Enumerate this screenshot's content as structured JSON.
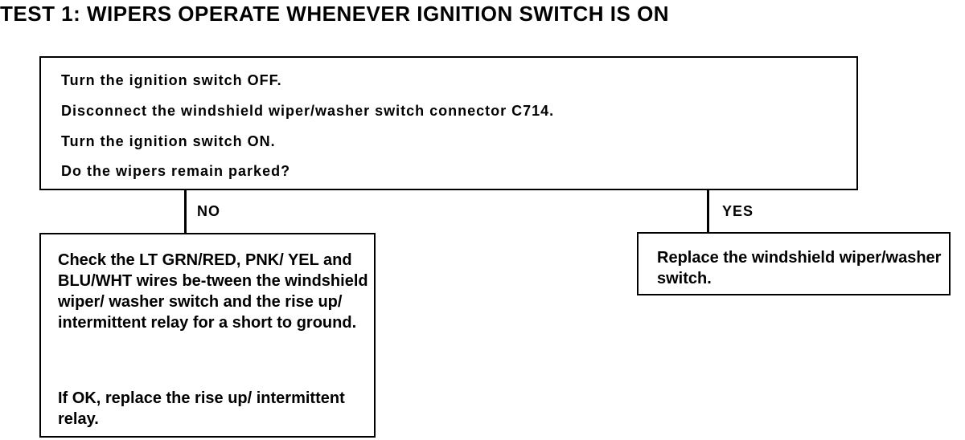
{
  "title": "TEST 1: WIPERS OPERATE WHENEVER IGNITION SWITCH IS ON",
  "step_box": {
    "lines": [
      "Turn the ignition switch OFF.",
      "Disconnect the windshield wiper/washer switch connector C714.",
      "Turn the ignition switch ON.",
      "Do the wipers remain parked?"
    ]
  },
  "branches": {
    "no": {
      "label": "NO",
      "paragraphs": [
        "Check the LT GRN/RED, PNK/ YEL and BLU/WHT wires be-tween the windshield wiper/ washer switch and the rise up/ intermittent relay for a short to ground.",
        "If OK, replace the rise up/ intermittent relay."
      ]
    },
    "yes": {
      "label": "YES",
      "paragraphs": [
        "Replace the windshield wiper/washer switch."
      ]
    }
  }
}
